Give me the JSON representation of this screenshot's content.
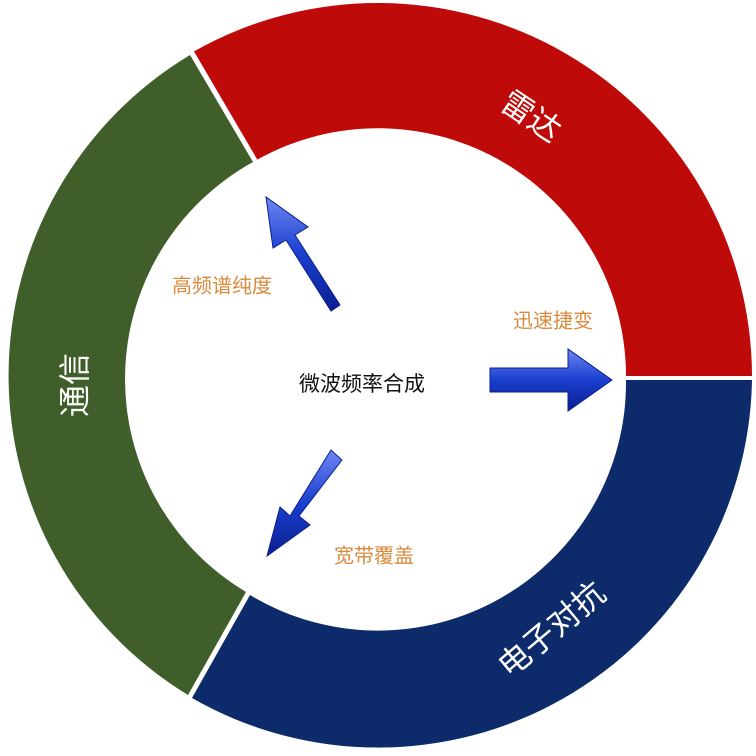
{
  "colors": {
    "radar": "#bf0a0a",
    "ew": "#0d2b6b",
    "comm": "#3f5e2a",
    "label": "#d98a3c",
    "arrow": "#1a3fcf",
    "arrow_light": "#6e86f2"
  },
  "center": {
    "title": "微波频率合成"
  },
  "segments": [
    {
      "id": "radar",
      "label": "雷达"
    },
    {
      "id": "ew",
      "label": "电子对抗"
    },
    {
      "id": "comm",
      "label": "通信"
    }
  ],
  "arrows": [
    {
      "id": "up",
      "label": "高频谱纯度",
      "icon": "arrow-up-left-icon"
    },
    {
      "id": "right",
      "label": "迅速捷变",
      "icon": "arrow-right-icon"
    },
    {
      "id": "down",
      "label": "宽带覆盖",
      "icon": "arrow-down-left-icon"
    }
  ]
}
